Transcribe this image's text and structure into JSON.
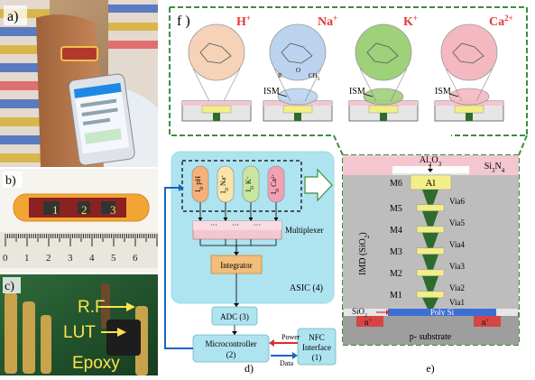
{
  "panel_a": {
    "label": "a)"
  },
  "panel_b": {
    "label": "b)",
    "chips": [
      "1",
      "2",
      "3"
    ],
    "ruler": [
      "0",
      "1",
      "2",
      "3",
      "4",
      "5",
      "6"
    ]
  },
  "panel_c": {
    "label": "c)",
    "rf": "R.F",
    "lut": "LUT",
    "epoxy": "Epoxy"
  },
  "panel_f": {
    "label": "f )",
    "ions": [
      {
        "base": "H",
        "sup": "+",
        "color": "#e53935"
      },
      {
        "base": "Na",
        "sup": "+",
        "color": "#e53935"
      },
      {
        "base": "K",
        "sup": "+",
        "color": "#e53935"
      },
      {
        "base": "Ca",
        "sup": "2+",
        "color": "#e53935"
      }
    ],
    "ism": "ISM",
    "chem_o": "O",
    "chem_r": "R",
    "chem_ch3": "CH",
    "chem_ch3_sub": "3"
  },
  "panel_d": {
    "label": "d)",
    "sensors": [
      "pH",
      "Na",
      "K",
      "Ca"
    ],
    "sensor_prefix": "I",
    "sensor_prefix_sub": "D",
    "sensor_sups": [
      "",
      "+",
      "+",
      "2+"
    ],
    "dots": [
      "···",
      "···",
      "···"
    ],
    "multiplexer": "Multiplexer",
    "asic": "ASIC (4)",
    "integrator": "Integrator",
    "adc": "ADC (3)",
    "micro_1": "Microcontroller",
    "micro_2": "(2)",
    "nfc_1": "NFC",
    "nfc_2": "Interface",
    "nfc_3": "(1)",
    "power": "Power",
    "data": "Data"
  },
  "panel_e": {
    "label": "e)",
    "al2o3_a": "Al",
    "al2o3_sub1": "2",
    "al2o3_b": "O",
    "al2o3_sub2": "3",
    "si3n4_a": "Si",
    "si3n4_sub1": "3",
    "si3n4_b": "N",
    "si3n4_sub2": "4",
    "m6": "M6",
    "al": "Al",
    "metals": [
      "M5",
      "M4",
      "M3",
      "M2",
      "M1"
    ],
    "vias": [
      "Via6",
      "Via5",
      "Via4",
      "Via3",
      "Via2",
      "Via1"
    ],
    "imd": "IMD (SiO",
    "imd_sub": "2",
    "imd_end": ")",
    "sio2_a": "SiO",
    "sio2_sub": "2",
    "polysi": "Poly Si",
    "nplus": "n",
    "nplus_sup": "+",
    "substrate": "p- substrate"
  },
  "colors": {
    "asic_fill": "#aee3f0",
    "cyan_border": "#9fd9e6",
    "dashed_green": "#3c8f3c",
    "yellow_metal": "#f3ee86",
    "green_via": "#2e6b2e",
    "pink": "#f4c6cf",
    "poly_blue": "#3b6fd6",
    "nplus_red": "#d64545",
    "gray": "#bdbdbd"
  }
}
